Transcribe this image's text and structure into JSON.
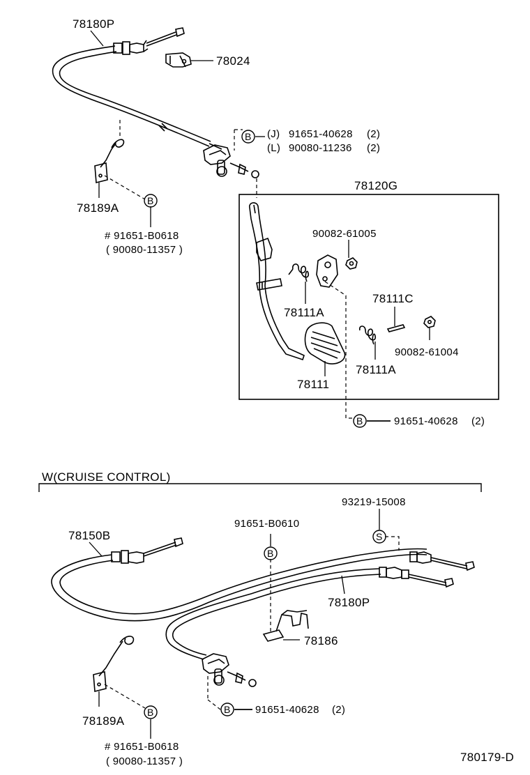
{
  "top_section": {
    "part_cable_upper": "78180P",
    "part_clamp_top": "78024",
    "bolt_group_upper": {
      "marker": "B",
      "line1_prefix": "(J)",
      "line1_part": "91651-40628",
      "line1_qty": "(2)",
      "line2_prefix": "(L)",
      "line2_part": "90080-11236",
      "line2_qty": "(2)"
    },
    "bracket_left": "78189A",
    "bolt_left": {
      "marker": "B",
      "line1": "# 91651-B0618",
      "line2": "( 90080-11357 )"
    }
  },
  "pedal_box": {
    "title": "78120G",
    "nut_upper": "90082-61005",
    "spring_upper": "78111A",
    "pin": "78111C",
    "nut_lower": "90082-61004",
    "spring_lower": "78111A",
    "pedal_pad": "78111",
    "bolt_below": {
      "marker": "B",
      "part": "91651-40628",
      "qty": "(2)"
    }
  },
  "cruise_section": {
    "header": "W(CRUISE CONTROL)",
    "cable_main": "78150B",
    "clip_part": "93219-15008",
    "clip_marker": "S",
    "bolt_mid": {
      "marker": "B",
      "part": "91651-B0610"
    },
    "cable_secondary": "78180P",
    "bracket_mid": "78186",
    "bracket_left": "78189A",
    "bolt_left": {
      "marker": "B",
      "line1": "# 91651-B0618",
      "line2": "( 90080-11357 )"
    },
    "bolt_bottom": {
      "marker": "B",
      "part": "91651-40628",
      "qty": "(2)"
    }
  },
  "drawing_code": "780179-D"
}
